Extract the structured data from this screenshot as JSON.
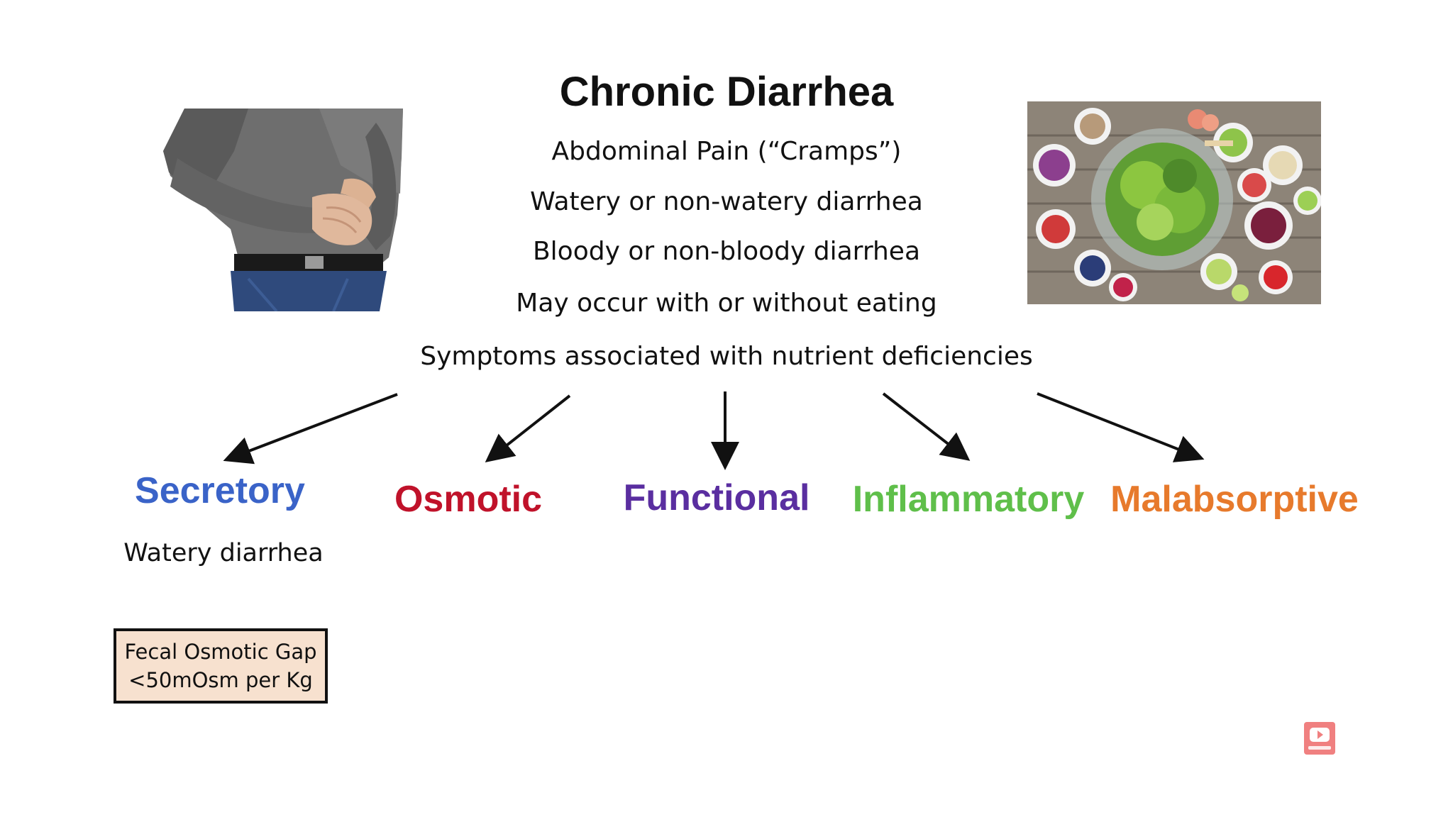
{
  "slide": {
    "title": "Chronic Diarrhea",
    "symptoms": [
      "Abdominal Pain (“Cramps”)",
      "Watery or non-watery diarrhea",
      "Bloody or non-bloody diarrhea",
      "May occur with or without eating",
      "Symptoms associated with nutrient deficiencies"
    ],
    "categories": [
      {
        "label": "Secretory",
        "color": "#3a63c8"
      },
      {
        "label": "Osmotic",
        "color": "#c0122a"
      },
      {
        "label": "Functional",
        "color": "#5a2ea0"
      },
      {
        "label": "Inflammatory",
        "color": "#5fbf4a"
      },
      {
        "label": "Malabsorptive",
        "color": "#e77a2c"
      }
    ],
    "secretory_detail": "Watery diarrhea",
    "osmotic_gap_box": {
      "line1": "Fecal Osmotic Gap",
      "line2": "<50mOsm per Kg"
    }
  },
  "icons": {
    "subscribe": "youtube-subscribe-icon"
  }
}
